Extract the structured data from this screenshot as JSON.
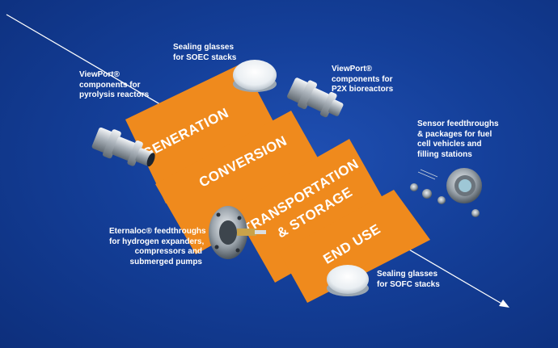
{
  "colors": {
    "background": "#143f99",
    "band": "#ef8a1d",
    "arrow": "#ffffff",
    "text": "#ffffff"
  },
  "bands": [
    {
      "label": "GENERATION"
    },
    {
      "label": "CONVERSION"
    },
    {
      "label_line1": "TRANSPORTATION",
      "label_line2": "& STORAGE"
    },
    {
      "label": "END USE"
    }
  ],
  "captions": {
    "viewport_pyrolysis": {
      "l1": "ViewPort®",
      "l2": "components for",
      "l3": "pyrolysis reactors"
    },
    "sealing_soec": {
      "l1": "Sealing glasses",
      "l2": "for SOEC stacks"
    },
    "viewport_p2x": {
      "l1": "ViewPort®",
      "l2": "components for",
      "l3": "P2X bioreactors"
    },
    "sensor_feedthroughs": {
      "l1": "Sensor feedthroughs",
      "l2": "& packages for fuel",
      "l3": "cell vehicles and",
      "l4": "filling stations"
    },
    "eternaloc": {
      "l1": "Eternaloc® feedthroughs",
      "l2": "for hydrogen expanders,",
      "l3": "compressors and",
      "l4": "submerged pumps"
    },
    "sealing_sofc": {
      "l1": "Sealing glasses",
      "l2": "for SOFC stacks"
    }
  },
  "icons": [
    "viewport-connector-icon",
    "glass-powder-dish-icon",
    "flange-feedthrough-icon",
    "sensor-package-icon"
  ]
}
